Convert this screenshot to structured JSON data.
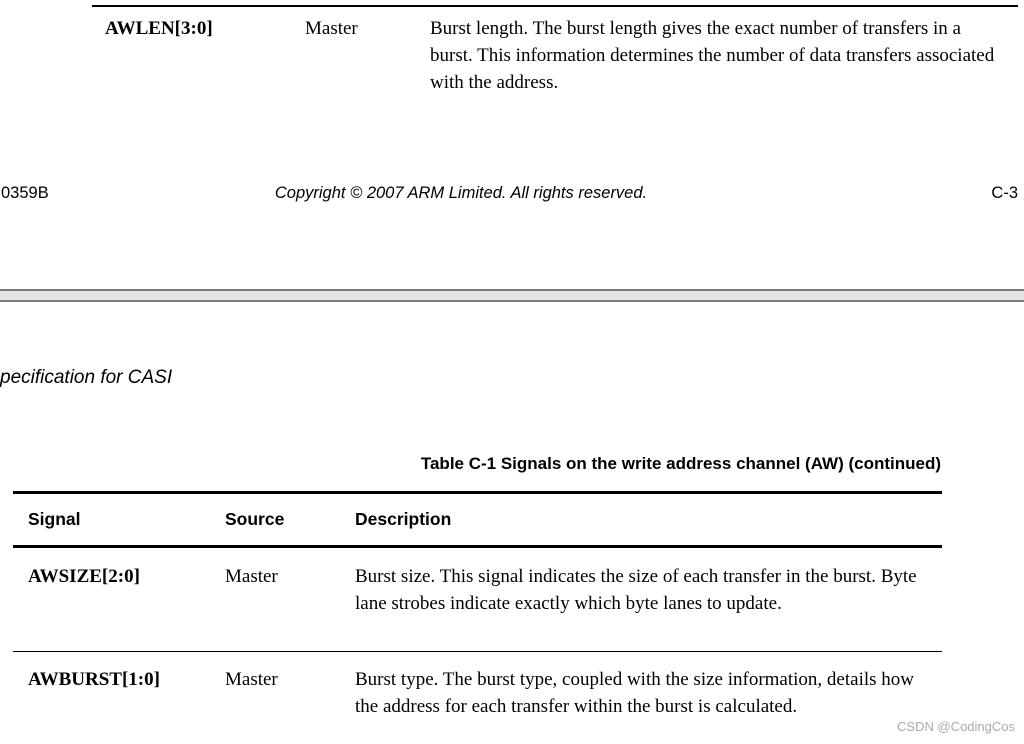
{
  "colors": {
    "page_background": "#ffffff",
    "text": "#000000",
    "separator_fill": "#e3e3e3",
    "separator_border": "#7a7a7a",
    "watermark": "#a6abb2"
  },
  "page_top": {
    "table_fragment": {
      "row": {
        "signal": "AWLEN[3:0]",
        "source": "Master",
        "description": "Burst length. The burst length gives the exact number of transfers in a burst. This information determines the number of data transfers associated with the address."
      }
    },
    "footer": {
      "doc_id_fragment": "0359B",
      "copyright": "Copyright © 2007 ARM Limited. All rights reserved.",
      "page_number": "C-3"
    }
  },
  "page_bottom": {
    "running_header_fragment": "pecification for CASI",
    "table": {
      "caption": "Table C-1 Signals on the write address channel (AW) (continued)",
      "columns": [
        "Signal",
        "Source",
        "Description"
      ],
      "rows": [
        {
          "signal": "AWSIZE[2:0]",
          "source": "Master",
          "description": "Burst size. This signal indicates the size of each transfer in the burst. Byte lane strobes indicate exactly which byte lanes to update."
        },
        {
          "signal": "AWBURST[1:0]",
          "source": "Master",
          "description": "Burst type. The burst type, coupled with the size information, details how the address for each transfer within the burst is calculated."
        }
      ]
    }
  },
  "watermark": "CSDN @CodingCos"
}
